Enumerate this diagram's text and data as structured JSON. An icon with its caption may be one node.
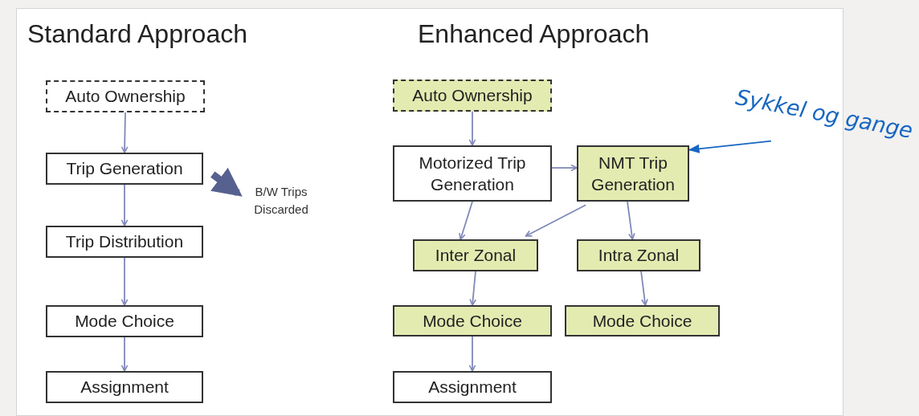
{
  "diagram": {
    "nodes": [
      {
        "text": [
          "Auto Ownership"
        ]
      },
      {
        "text": [
          "Trip Generation"
        ]
      },
      {
        "text": [
          "B/W Trips Discarded"
        ]
      },
      {
        "text": [
          "Trip Distribution"
        ]
      },
      {
        "text": [
          "Mode Choice"
        ]
      },
      {
        "text": [
          "Assignment"
        ]
      },
      {
        "text": [
          "Auto Ownership"
        ]
      },
      {
        "text": [
          "Motorized Trip Generation"
        ]
      },
      {
        "text": [
          "NMT Trip Generation"
        ]
      },
      {
        "text": [
          "Inter Zonal"
        ]
      },
      {
        "text": [
          "Intra Zonal"
        ]
      },
      {
        "text": [
          "Mode Choice"
        ]
      },
      {
        "text": [
          "Mode Choice"
        ]
      },
      {
        "text": [
          "Assignment"
        ]
      },
      {
        "text": [
          "Sykkel og gange"
        ]
      }
    ],
    "edges": [
      {
        "from": 0,
        "to": 1,
        "arrow": "to"
      },
      {
        "from": 1,
        "to": 3,
        "arrow": "to"
      },
      {
        "from": 3,
        "to": 4,
        "arrow": "to"
      },
      {
        "from": 4,
        "to": 5,
        "arrow": "to"
      },
      {
        "from": 1,
        "to": 2,
        "arrow": "to",
        "style": "thick",
        "color": "#56618f"
      },
      {
        "from": 6,
        "to": 7,
        "arrow": "to"
      },
      {
        "from": 7,
        "to": 8,
        "arrow": "to"
      },
      {
        "from": 7,
        "to": 9,
        "arrow": "to"
      },
      {
        "from": 8,
        "to": 9,
        "arrow": "to"
      },
      {
        "from": 8,
        "to": 10,
        "arrow": "to"
      },
      {
        "from": 9,
        "to": 11,
        "arrow": "to"
      },
      {
        "from": 10,
        "to": 12,
        "arrow": "to"
      },
      {
        "from": 11,
        "to": 13,
        "arrow": "to"
      },
      {
        "from": 14,
        "to": 8,
        "arrow": "to",
        "color": "#1767c2"
      }
    ],
    "labels": [
      "Standard Approach",
      "Enhanced Approach"
    ]
  }
}
